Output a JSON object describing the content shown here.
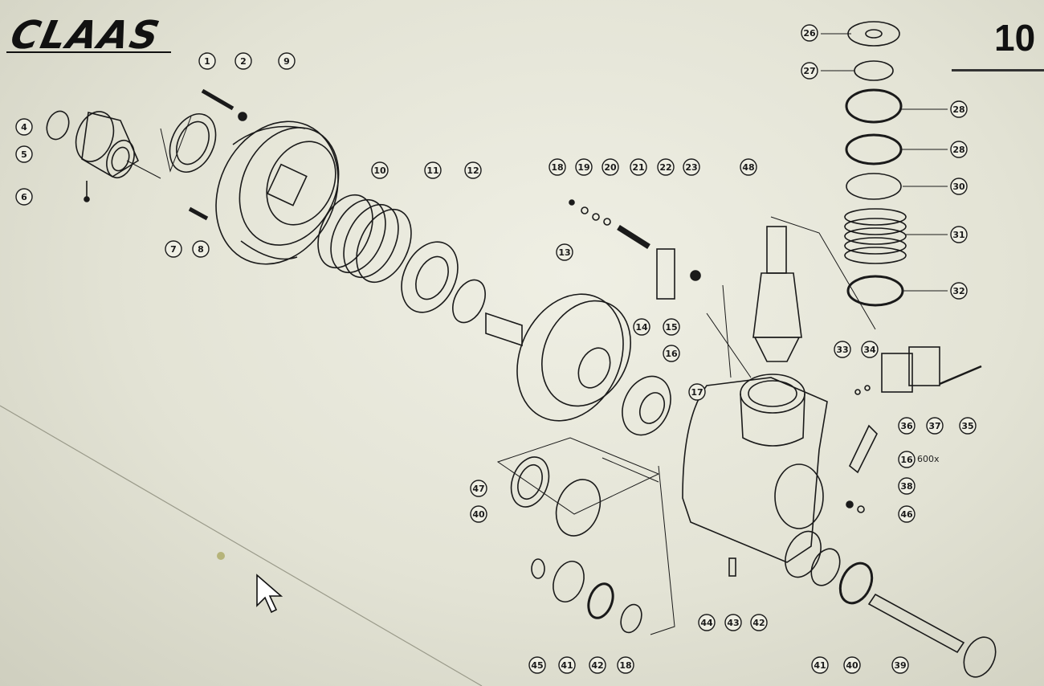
{
  "brand": {
    "logo_text": "CLAAS"
  },
  "page": {
    "number": "10"
  },
  "annotation": {
    "note": "600x"
  },
  "callouts": [
    "1",
    "2",
    "9",
    "4",
    "5",
    "6",
    "7",
    "8",
    "10",
    "11",
    "12",
    "18",
    "19",
    "20",
    "21",
    "22",
    "23",
    "48",
    "13",
    "14",
    "15",
    "16",
    "17",
    "26",
    "27",
    "28",
    "28",
    "30",
    "31",
    "32",
    "33",
    "34",
    "35",
    "36",
    "37",
    "16",
    "38",
    "46",
    "47",
    "40",
    "45",
    "41",
    "42",
    "18",
    "44",
    "43",
    "42",
    "41",
    "40",
    "39"
  ],
  "colors": {
    "background": "#e6e6d8",
    "ink": "#1a1a1a",
    "callout_fill": "#efefe4"
  },
  "icons": {
    "cursor": "mouse-pointer-icon"
  }
}
